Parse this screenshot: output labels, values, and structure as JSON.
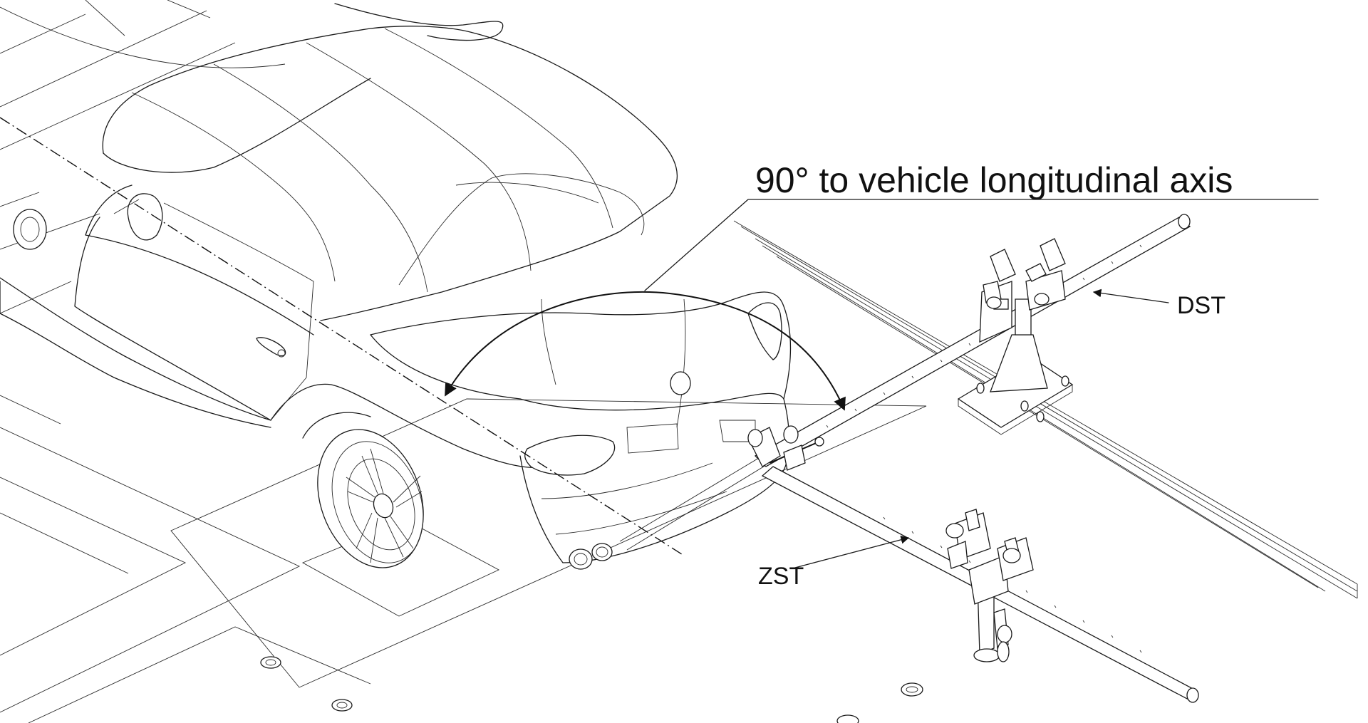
{
  "diagram": {
    "annotation": "90° to vehicle longitudinal axis",
    "labels": {
      "dst": "DST",
      "zst": "ZST"
    },
    "colors": {
      "line": "#1a1a1a",
      "background": "#ffffff"
    }
  }
}
